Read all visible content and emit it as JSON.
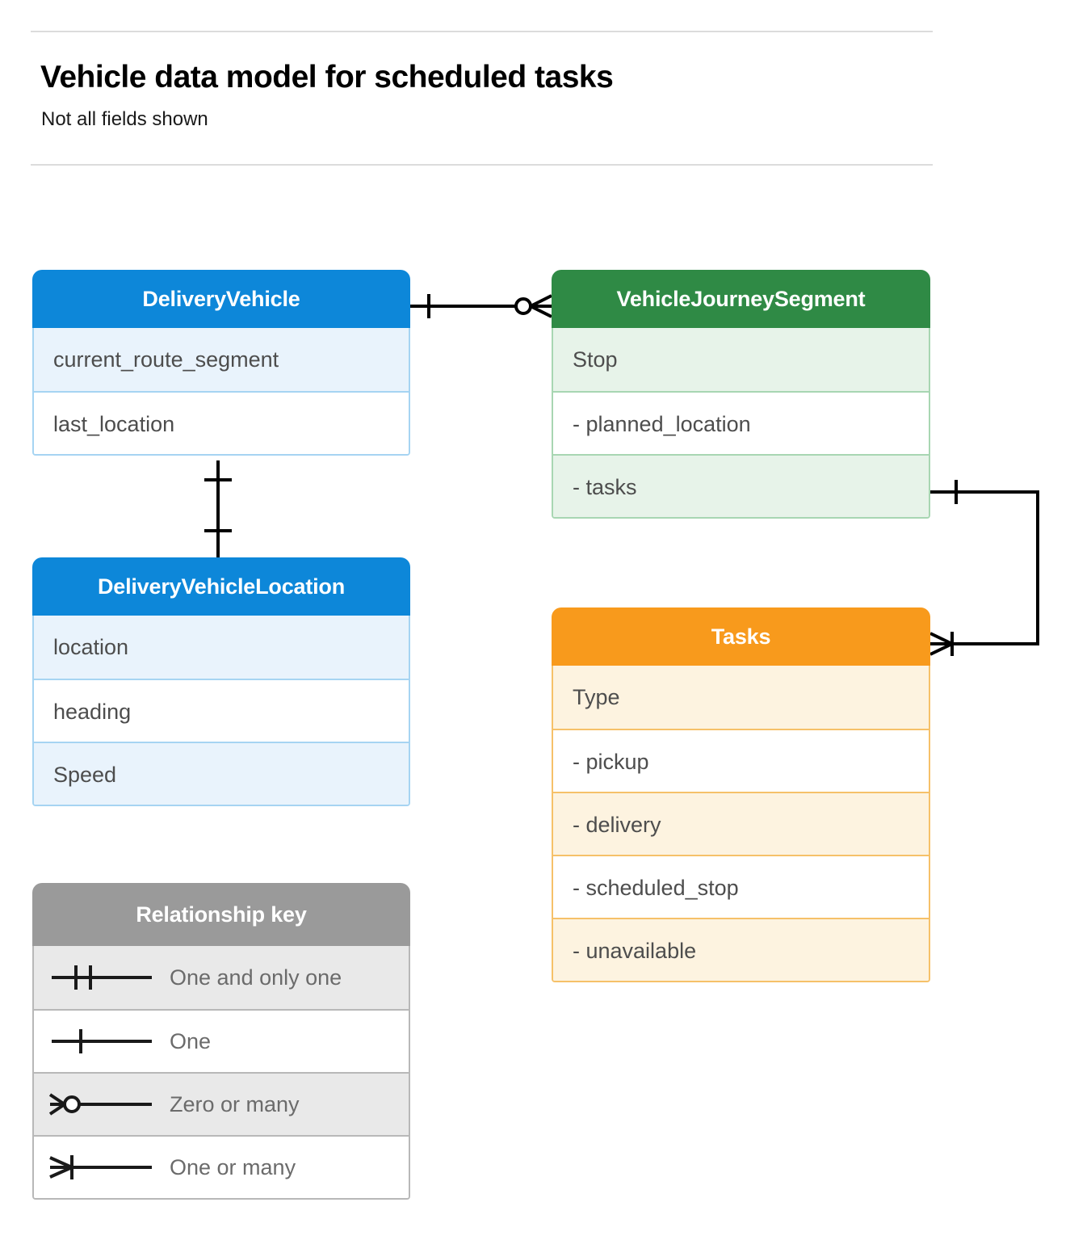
{
  "header": {
    "title": "Vehicle data model for scheduled tasks",
    "subtitle": "Not all fields shown"
  },
  "colors": {
    "blue": "#0d87d9",
    "blue_tint": "#e9f3fc",
    "blue_border": "#a6d4f2",
    "green": "#2f8a45",
    "green_tint": "#e7f3e9",
    "green_border": "#a8d6b2",
    "orange": "#f89a1c",
    "orange_tint": "#fdf3e0",
    "orange_border": "#f6c169",
    "gray": "#9a9a9a",
    "gray_tint": "#e9e9e9",
    "line": "#000000",
    "rule": "#dcdcdc",
    "row_text": "#4d4d4d"
  },
  "entities": [
    {
      "id": "delivery-vehicle",
      "name": "DeliveryVehicle",
      "color": "blue",
      "fields": [
        "current_route_segment",
        "last_location"
      ]
    },
    {
      "id": "vehicle-journey-segment",
      "name": "VehicleJourneySegment",
      "color": "green",
      "fields": [
        "Stop",
        "-  planned_location",
        "- tasks"
      ]
    },
    {
      "id": "delivery-vehicle-location",
      "name": "DeliveryVehicleLocation",
      "color": "blue",
      "fields": [
        "location",
        "heading",
        "Speed"
      ]
    },
    {
      "id": "tasks",
      "name": "Tasks",
      "color": "orange",
      "fields": [
        "Type",
        "-  pickup",
        "-  delivery",
        "-  scheduled_stop",
        "-  unavailable"
      ]
    }
  ],
  "legend": {
    "title": "Relationship key",
    "items": [
      {
        "symbol": "one-and-only-one",
        "label": "One and only one"
      },
      {
        "symbol": "one",
        "label": "One"
      },
      {
        "symbol": "zero-or-many",
        "label": "Zero or many"
      },
      {
        "symbol": "one-or-many",
        "label": "One or many"
      }
    ]
  },
  "relationships": [
    {
      "id": "vehicle-to-journey-segment",
      "from": "DeliveryVehicle",
      "to": "VehicleJourneySegment",
      "from_cardinality": "one",
      "to_cardinality": "zero-or-many"
    },
    {
      "id": "vehicle-to-vehicle-location",
      "from": "DeliveryVehicle",
      "to": "DeliveryVehicleLocation",
      "from_cardinality": "one",
      "to_cardinality": "one"
    },
    {
      "id": "journey-segment-tasks-to-tasks",
      "from": "VehicleJourneySegment.tasks",
      "to": "Tasks",
      "from_cardinality": "one",
      "to_cardinality": "one-or-many"
    }
  ]
}
